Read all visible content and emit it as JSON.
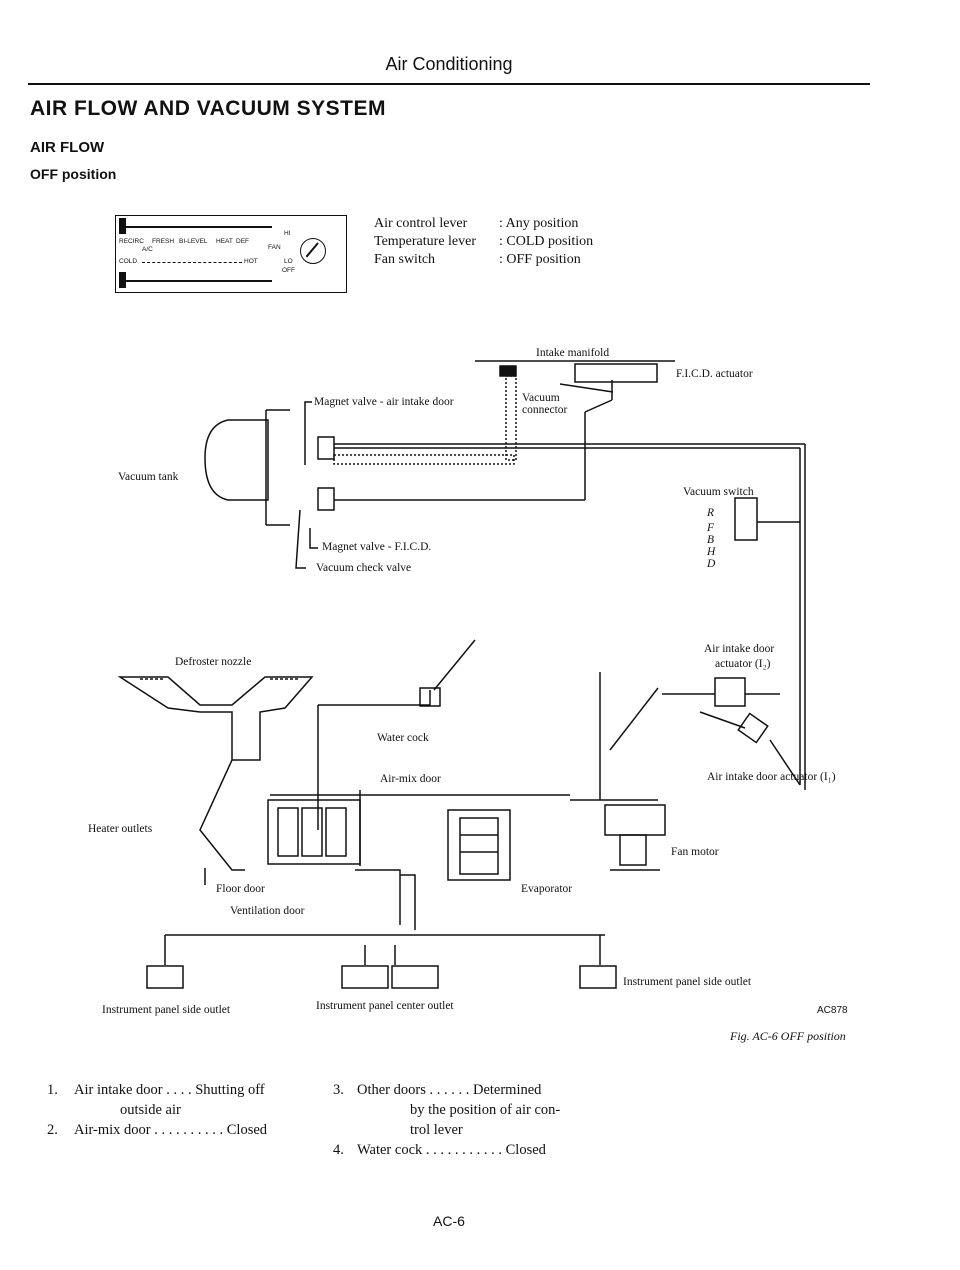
{
  "header": {
    "section": "Air Conditioning"
  },
  "title": "AIR FLOW AND VACUUM SYSTEM",
  "subtitle": "AIR FLOW",
  "position_heading": "OFF position",
  "control_panel": {
    "top_labels": [
      "RECIRC",
      "FRESH",
      "BI-LEVEL",
      "HEAT",
      "DEF"
    ],
    "ac_label": "A/C",
    "cold": "COLD",
    "hot": "HOT",
    "fan": "FAN",
    "hi": "HI",
    "lo": "LO",
    "off": "OFF"
  },
  "conditions": [
    {
      "item": "Air control lever",
      "value": ": Any position"
    },
    {
      "item": "Temperature lever",
      "value": ": COLD position"
    },
    {
      "item": "Fan switch",
      "value": ": OFF position"
    }
  ],
  "labels": {
    "intake_manifold": "Intake manifold",
    "fic_actuator": "F.I.C.D. actuator",
    "magnet_valve_intake": "Magnet valve - air intake door",
    "vacuum_connector_1": "Vacuum",
    "vacuum_connector_2": "connector",
    "vacuum_tank": "Vacuum tank",
    "vacuum_switch": "Vacuum switch",
    "switch_letters": [
      "R",
      "F",
      "B",
      "H",
      "D"
    ],
    "magnet_valve_fic": "Magnet valve - F.I.C.D.",
    "vacuum_check_valve": "Vacuum check valve",
    "air_intake_actuator_i2_1": "Air intake door",
    "air_intake_actuator_i2_2": "actuator (I₂)",
    "defroster_nozzle": "Defroster nozzle",
    "water_cock": "Water cock",
    "air_mix_door": "Air-mix door",
    "air_intake_actuator_i1": "Air intake door actuator (I₁)",
    "heater_outlets": "Heater outlets",
    "fan_motor": "Fan motor",
    "floor_door": "Floor door",
    "evaporator": "Evaporator",
    "ventilation_door": "Ventilation door",
    "ip_side_outlet_left": "Instrument panel side outlet",
    "ip_center_outlet": "Instrument panel center outlet",
    "ip_side_outlet_right": "Instrument panel side outlet",
    "code": "AC878",
    "fig_caption": "Fig. AC-6 OFF position"
  },
  "notes_left": [
    {
      "num": "1.",
      "text": "Air intake door . . . . Shutting off",
      "cont": "outside air"
    },
    {
      "num": "2.",
      "text": "Air-mix door . . . . . . . . . . Closed",
      "cont": ""
    }
  ],
  "notes_right": [
    {
      "num": "3.",
      "text": "Other doors . . . . . .  Determined",
      "cont": "by the position of air con-",
      "cont2": "trol lever"
    },
    {
      "num": "4.",
      "text": "Water cock . . . . . . . . . . . Closed",
      "cont": "",
      "cont2": ""
    }
  ],
  "footer": {
    "page": "AC-6"
  }
}
